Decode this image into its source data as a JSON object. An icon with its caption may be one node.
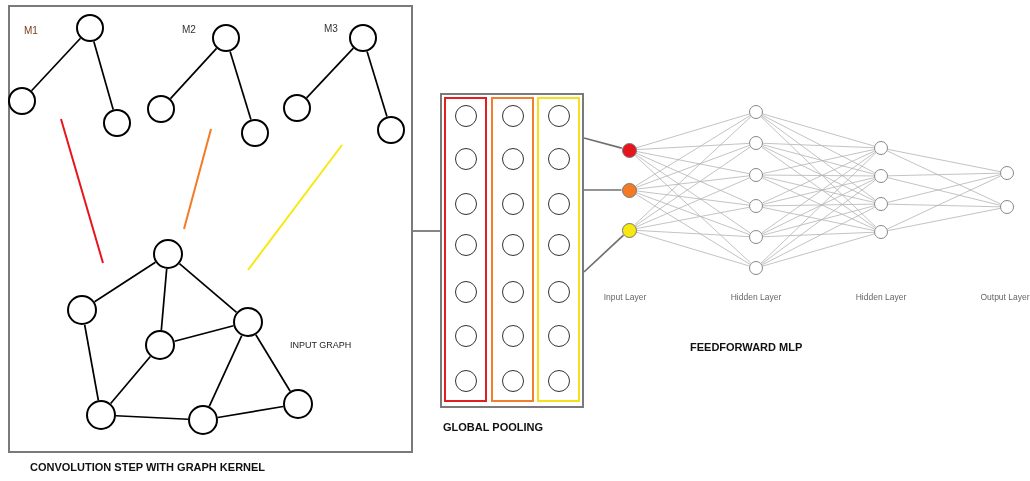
{
  "diagram": {
    "nodes": [
      {
        "text": [],
        "shape": "box",
        "beside": [
          "CONVOLUTION STEP WITH GRAPH KERNEL"
        ]
      },
      {
        "text": [],
        "shape": "circle",
        "in": 0
      },
      {
        "text": [],
        "shape": "circle",
        "in": 0
      },
      {
        "text": [],
        "shape": "circle",
        "in": 0
      },
      {
        "text": [],
        "shape": "circle",
        "in": 0
      },
      {
        "text": [],
        "shape": "circle",
        "in": 0
      },
      {
        "text": [],
        "shape": "circle",
        "in": 0
      },
      {
        "text": [],
        "shape": "circle",
        "in": 0
      },
      {
        "text": [],
        "shape": "circle",
        "in": 0
      },
      {
        "text": [],
        "shape": "circle",
        "in": 0
      },
      {
        "text": [],
        "shape": "circle",
        "in": 0
      },
      {
        "text": [],
        "shape": "circle",
        "in": 0
      },
      {
        "text": [],
        "shape": "circle",
        "in": 0
      },
      {
        "text": [],
        "shape": "circle",
        "in": 0
      },
      {
        "text": [],
        "shape": "circle",
        "in": 0
      },
      {
        "text": [],
        "shape": "circle",
        "in": 0
      },
      {
        "text": [],
        "shape": "circle",
        "in": 0
      },
      {
        "text": [],
        "shape": "box",
        "beside": [
          "GLOBAL POOLING"
        ]
      },
      {
        "text": [],
        "shape": "box",
        "in": 17
      },
      {
        "text": [],
        "shape": "box",
        "in": 17
      },
      {
        "text": [],
        "shape": "box",
        "in": 17
      },
      {
        "text": [],
        "shape": "circle",
        "in": 18
      },
      {
        "text": [],
        "shape": "circle",
        "in": 18
      },
      {
        "text": [],
        "shape": "circle",
        "in": 18
      },
      {
        "text": [],
        "shape": "circle",
        "in": 18
      },
      {
        "text": [],
        "shape": "circle",
        "in": 18
      },
      {
        "text": [],
        "shape": "circle",
        "in": 18
      },
      {
        "text": [],
        "shape": "circle",
        "in": 18
      },
      {
        "text": [],
        "shape": "circle",
        "in": 19
      },
      {
        "text": [],
        "shape": "circle",
        "in": 19
      },
      {
        "text": [],
        "shape": "circle",
        "in": 19
      },
      {
        "text": [],
        "shape": "circle",
        "in": 19
      },
      {
        "text": [],
        "shape": "circle",
        "in": 19
      },
      {
        "text": [],
        "shape": "circle",
        "in": 19
      },
      {
        "text": [],
        "shape": "circle",
        "in": 19
      },
      {
        "text": [],
        "shape": "circle",
        "in": 20
      },
      {
        "text": [],
        "shape": "circle",
        "in": 20
      },
      {
        "text": [],
        "shape": "circle",
        "in": 20
      },
      {
        "text": [],
        "shape": "circle",
        "in": 20
      },
      {
        "text": [],
        "shape": "circle",
        "in": 20
      },
      {
        "text": [],
        "shape": "circle",
        "in": 20
      },
      {
        "text": [],
        "shape": "circle",
        "in": 20
      },
      {
        "text": [],
        "shape": "circle"
      },
      {
        "text": [],
        "shape": "circle"
      },
      {
        "text": [],
        "shape": "circle"
      },
      {
        "text": [],
        "shape": "circle"
      },
      {
        "text": [],
        "shape": "circle"
      },
      {
        "text": [],
        "shape": "circle"
      },
      {
        "text": [],
        "shape": "circle"
      },
      {
        "text": [],
        "shape": "circle"
      },
      {
        "text": [],
        "shape": "circle"
      },
      {
        "text": [],
        "shape": "circle"
      },
      {
        "text": [],
        "shape": "circle"
      },
      {
        "text": [],
        "shape": "circle"
      },
      {
        "text": [],
        "shape": "circle"
      },
      {
        "text": [],
        "shape": "circle"
      },
      {
        "text": [],
        "shape": "circle"
      }
    ],
    "edges": [
      {
        "from": 1,
        "to": 2,
        "arrow": "none",
        "color": "#000000"
      },
      {
        "from": 1,
        "to": 3,
        "arrow": "none",
        "color": "#000000"
      },
      {
        "from": 4,
        "to": 5,
        "arrow": "none",
        "color": "#000000"
      },
      {
        "from": 4,
        "to": 6,
        "arrow": "none",
        "color": "#000000"
      },
      {
        "from": 7,
        "to": 8,
        "arrow": "none",
        "color": "#000000"
      },
      {
        "from": 7,
        "to": 9,
        "arrow": "none",
        "color": "#000000"
      },
      {
        "from": 10,
        "to": 11,
        "arrow": "none",
        "color": "#000000"
      },
      {
        "from": 10,
        "to": 12,
        "arrow": "none",
        "color": "#000000"
      },
      {
        "from": 10,
        "to": 13,
        "arrow": "none",
        "color": "#000000"
      },
      {
        "from": 11,
        "to": 14,
        "arrow": "none",
        "color": "#000000"
      },
      {
        "from": 12,
        "to": 13,
        "arrow": "none",
        "color": "#000000"
      },
      {
        "from": 12,
        "to": 14,
        "arrow": "none",
        "color": "#000000"
      },
      {
        "from": 13,
        "to": 15,
        "arrow": "none",
        "color": "#000000"
      },
      {
        "from": 13,
        "to": 16,
        "arrow": "none",
        "color": "#000000"
      },
      {
        "from": 14,
        "to": 15,
        "arrow": "none",
        "color": "#000000"
      },
      {
        "from": 15,
        "to": 16,
        "arrow": "none",
        "color": "#000000"
      },
      {
        "from": 0,
        "to": 17,
        "arrow": "none",
        "color": "#707070"
      },
      {
        "from": 17,
        "to": 42,
        "arrow": "none",
        "color": "#707070"
      },
      {
        "from": 17,
        "to": 43,
        "arrow": "none",
        "color": "#707070"
      },
      {
        "from": 17,
        "to": 44,
        "arrow": "none",
        "color": "#707070"
      },
      {
        "from": 42,
        "to": 45,
        "arrow": "none"
      },
      {
        "from": 42,
        "to": 46,
        "arrow": "none"
      },
      {
        "from": 42,
        "to": 47,
        "arrow": "none"
      },
      {
        "from": 42,
        "to": 48,
        "arrow": "none"
      },
      {
        "from": 42,
        "to": 49,
        "arrow": "none"
      },
      {
        "from": 42,
        "to": 50,
        "arrow": "none"
      },
      {
        "from": 43,
        "to": 45,
        "arrow": "none"
      },
      {
        "from": 43,
        "to": 46,
        "arrow": "none"
      },
      {
        "from": 43,
        "to": 47,
        "arrow": "none"
      },
      {
        "from": 43,
        "to": 48,
        "arrow": "none"
      },
      {
        "from": 43,
        "to": 49,
        "arrow": "none"
      },
      {
        "from": 43,
        "to": 50,
        "arrow": "none"
      },
      {
        "from": 44,
        "to": 45,
        "arrow": "none"
      },
      {
        "from": 44,
        "to": 46,
        "arrow": "none"
      },
      {
        "from": 44,
        "to": 47,
        "arrow": "none"
      },
      {
        "from": 44,
        "to": 48,
        "arrow": "none"
      },
      {
        "from": 44,
        "to": 49,
        "arrow": "none"
      },
      {
        "from": 44,
        "to": 50,
        "arrow": "none"
      },
      {
        "from": 45,
        "to": 51,
        "arrow": "none"
      },
      {
        "from": 45,
        "to": 52,
        "arrow": "none"
      },
      {
        "from": 45,
        "to": 53,
        "arrow": "none"
      },
      {
        "from": 45,
        "to": 54,
        "arrow": "none"
      },
      {
        "from": 46,
        "to": 51,
        "arrow": "none"
      },
      {
        "from": 46,
        "to": 52,
        "arrow": "none"
      },
      {
        "from": 46,
        "to": 53,
        "arrow": "none"
      },
      {
        "from": 46,
        "to": 54,
        "arrow": "none"
      },
      {
        "from": 47,
        "to": 51,
        "arrow": "none"
      },
      {
        "from": 47,
        "to": 52,
        "arrow": "none"
      },
      {
        "from": 47,
        "to": 53,
        "arrow": "none"
      },
      {
        "from": 47,
        "to": 54,
        "arrow": "none"
      },
      {
        "from": 48,
        "to": 51,
        "arrow": "none"
      },
      {
        "from": 48,
        "to": 52,
        "arrow": "none"
      },
      {
        "from": 48,
        "to": 53,
        "arrow": "none"
      },
      {
        "from": 48,
        "to": 54,
        "arrow": "none"
      },
      {
        "from": 49,
        "to": 51,
        "arrow": "none"
      },
      {
        "from": 49,
        "to": 52,
        "arrow": "none"
      },
      {
        "from": 49,
        "to": 53,
        "arrow": "none"
      },
      {
        "from": 49,
        "to": 54,
        "arrow": "none"
      },
      {
        "from": 50,
        "to": 51,
        "arrow": "none"
      },
      {
        "from": 50,
        "to": 52,
        "arrow": "none"
      },
      {
        "from": 50,
        "to": 53,
        "arrow": "none"
      },
      {
        "from": 50,
        "to": 54,
        "arrow": "none"
      },
      {
        "from": 51,
        "to": 55,
        "arrow": "none"
      },
      {
        "from": 51,
        "to": 56,
        "arrow": "none"
      },
      {
        "from": 52,
        "to": 55,
        "arrow": "none"
      },
      {
        "from": 52,
        "to": 56,
        "arrow": "none"
      },
      {
        "from": 53,
        "to": 55,
        "arrow": "none"
      },
      {
        "from": 53,
        "to": 56,
        "arrow": "none"
      },
      {
        "from": 54,
        "to": 55,
        "arrow": "none"
      },
      {
        "from": 54,
        "to": 56,
        "arrow": "none"
      }
    ],
    "labels": [
      "M1",
      "M2",
      "M3",
      "INPUT GRAPH",
      "Input Layer",
      "Hidden Layer",
      "Hidden Layer",
      "Output Layer",
      "FEEDFORWARD MLP"
    ]
  }
}
